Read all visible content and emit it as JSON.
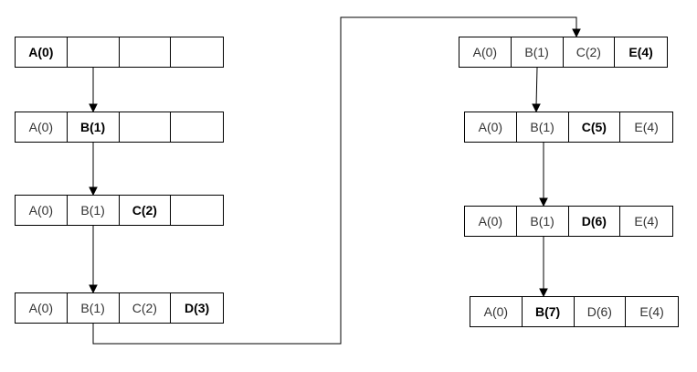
{
  "diagram": {
    "rows": [
      {
        "id": "r1",
        "cells": [
          {
            "text": "A(0)",
            "bold": true
          },
          {
            "text": "",
            "bold": false
          },
          {
            "text": "",
            "bold": false
          },
          {
            "text": "",
            "bold": false
          }
        ]
      },
      {
        "id": "r2",
        "cells": [
          {
            "text": "A(0)",
            "bold": false
          },
          {
            "text": "B(1)",
            "bold": true
          },
          {
            "text": "",
            "bold": false
          },
          {
            "text": "",
            "bold": false
          }
        ]
      },
      {
        "id": "r3",
        "cells": [
          {
            "text": "A(0)",
            "bold": false
          },
          {
            "text": "B(1)",
            "bold": false
          },
          {
            "text": "C(2)",
            "bold": true
          },
          {
            "text": "",
            "bold": false
          }
        ]
      },
      {
        "id": "r4",
        "cells": [
          {
            "text": "A(0)",
            "bold": false
          },
          {
            "text": "B(1)",
            "bold": false
          },
          {
            "text": "C(2)",
            "bold": false
          },
          {
            "text": "D(3)",
            "bold": true
          }
        ]
      },
      {
        "id": "r5",
        "cells": [
          {
            "text": "A(0)",
            "bold": false
          },
          {
            "text": "B(1)",
            "bold": false
          },
          {
            "text": "C(2)",
            "bold": false
          },
          {
            "text": "E(4)",
            "bold": true
          }
        ]
      },
      {
        "id": "r6",
        "cells": [
          {
            "text": "A(0)",
            "bold": false
          },
          {
            "text": "B(1)",
            "bold": false
          },
          {
            "text": "C(5)",
            "bold": true
          },
          {
            "text": "E(4)",
            "bold": false
          }
        ]
      },
      {
        "id": "r7",
        "cells": [
          {
            "text": "A(0)",
            "bold": false
          },
          {
            "text": "B(1)",
            "bold": false
          },
          {
            "text": "D(6)",
            "bold": true
          },
          {
            "text": "E(4)",
            "bold": false
          }
        ]
      },
      {
        "id": "r8",
        "cells": [
          {
            "text": "A(0)",
            "bold": false
          },
          {
            "text": "B(7)",
            "bold": true
          },
          {
            "text": "D(6)",
            "bold": false
          },
          {
            "text": "E(4)",
            "bold": false
          }
        ]
      }
    ],
    "connections": [
      {
        "from": "r1",
        "to": "r2"
      },
      {
        "from": "r2",
        "to": "r3"
      },
      {
        "from": "r3",
        "to": "r4"
      },
      {
        "from": "r4",
        "to": "r5"
      },
      {
        "from": "r5",
        "to": "r6"
      },
      {
        "from": "r6",
        "to": "r7"
      },
      {
        "from": "r7",
        "to": "r8"
      }
    ]
  }
}
